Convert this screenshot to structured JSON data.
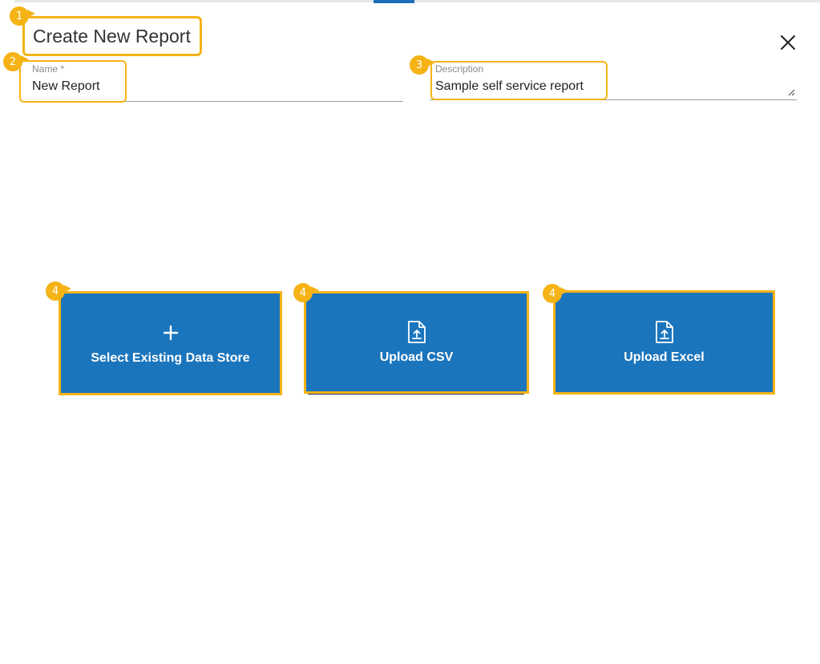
{
  "dialog": {
    "title": "Create New Report",
    "close_icon": "close-icon"
  },
  "form": {
    "name": {
      "label": "Name *",
      "value": "New Report"
    },
    "description": {
      "label": "Description",
      "value": "Sample self service report"
    }
  },
  "options": [
    {
      "label": "Select Existing Data Store",
      "icon": "plus-icon"
    },
    {
      "label": "Upload CSV",
      "icon": "file-upload-icon"
    },
    {
      "label": "Upload Excel",
      "icon": "file-upload-icon"
    }
  ],
  "callouts": [
    "1",
    "2",
    "3",
    "4",
    "4",
    "4"
  ],
  "colors": {
    "card_bg": "#1b75bc",
    "callout": "#f5b316",
    "text": "#333333"
  }
}
